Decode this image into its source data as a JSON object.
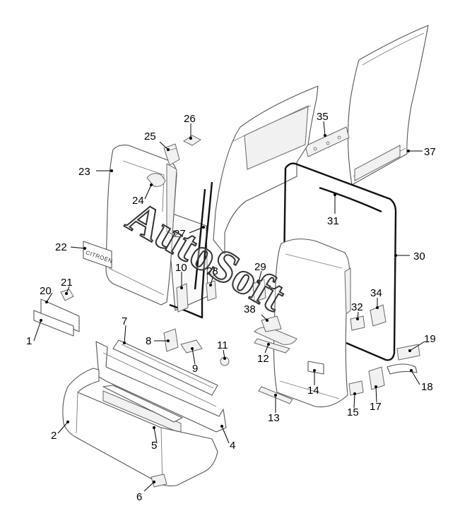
{
  "diagram": {
    "watermark": "AutoSoft",
    "badge_text": "CITROEN",
    "callouts": [
      {
        "id": "1",
        "label": "1"
      },
      {
        "id": "2",
        "label": "2"
      },
      {
        "id": "4",
        "label": "4"
      },
      {
        "id": "5",
        "label": "5"
      },
      {
        "id": "6",
        "label": "6"
      },
      {
        "id": "7",
        "label": "7"
      },
      {
        "id": "8",
        "label": "8"
      },
      {
        "id": "9",
        "label": "9"
      },
      {
        "id": "10",
        "label": "10"
      },
      {
        "id": "11",
        "label": "11"
      },
      {
        "id": "12",
        "label": "12"
      },
      {
        "id": "13",
        "label": "13"
      },
      {
        "id": "14",
        "label": "14"
      },
      {
        "id": "15",
        "label": "15"
      },
      {
        "id": "17",
        "label": "17"
      },
      {
        "id": "18",
        "label": "18"
      },
      {
        "id": "19",
        "label": "19"
      },
      {
        "id": "20",
        "label": "20"
      },
      {
        "id": "21",
        "label": "21"
      },
      {
        "id": "22",
        "label": "22"
      },
      {
        "id": "23",
        "label": "23"
      },
      {
        "id": "24",
        "label": "24"
      },
      {
        "id": "25",
        "label": "25"
      },
      {
        "id": "26",
        "label": "26"
      },
      {
        "id": "27",
        "label": "27"
      },
      {
        "id": "28",
        "label": "28"
      },
      {
        "id": "29",
        "label": "29"
      },
      {
        "id": "30",
        "label": "30"
      },
      {
        "id": "31",
        "label": "31"
      },
      {
        "id": "32",
        "label": "32"
      },
      {
        "id": "34",
        "label": "34"
      },
      {
        "id": "35",
        "label": "35"
      },
      {
        "id": "37",
        "label": "37"
      },
      {
        "id": "38",
        "label": "38"
      }
    ]
  }
}
